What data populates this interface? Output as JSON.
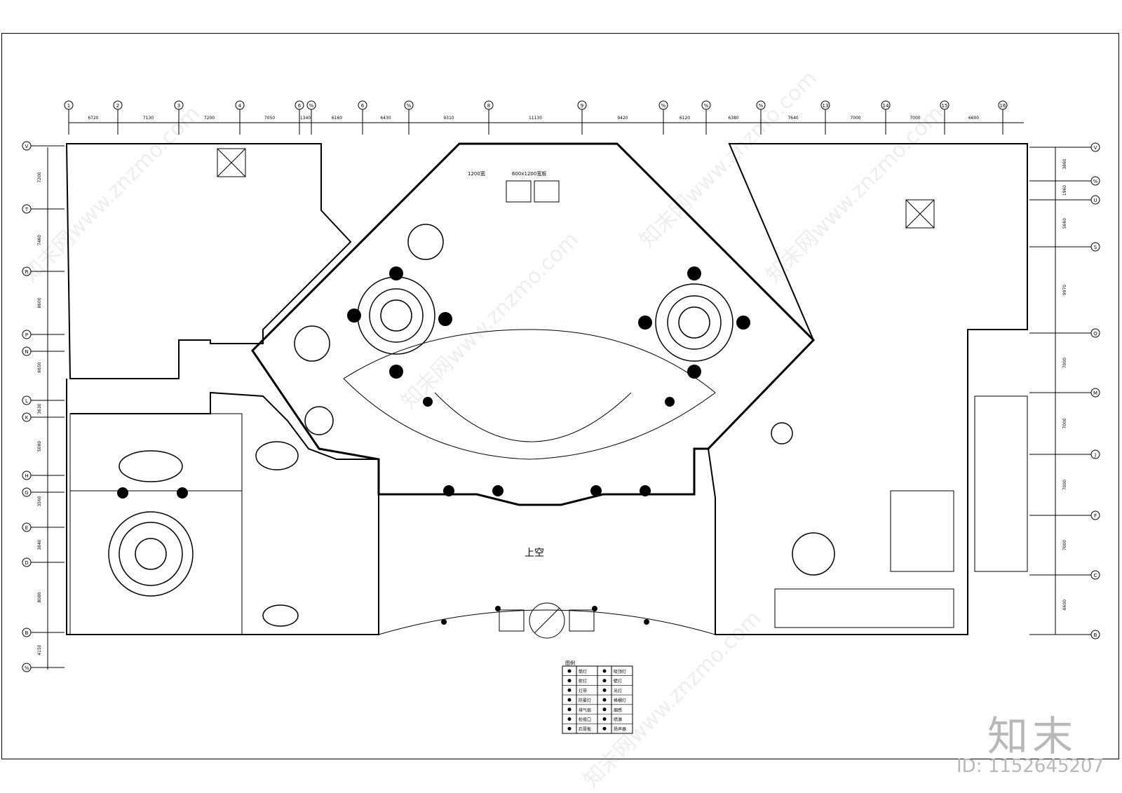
{
  "grid": {
    "top_axes": [
      "1",
      "2",
      "3",
      "4",
      "6",
      "%",
      "6",
      "%",
      "8",
      "9",
      "%",
      "%",
      "%",
      "13",
      "14",
      "15",
      "16"
    ],
    "top_dims": [
      "6720",
      "7130",
      "7200",
      "7050",
      "1340",
      "6160",
      "6430",
      "9310",
      "11130",
      "9420",
      "6120",
      "6380",
      "7640",
      "7000",
      "7000",
      "6600"
    ],
    "left_axes": [
      "V",
      "T",
      "R",
      "P",
      "N",
      "L",
      "K",
      "H",
      "G",
      "E",
      "D",
      "B",
      "%"
    ],
    "left_dims": [
      "7200",
      "7460",
      "8600",
      "6650",
      "3630",
      "5080",
      "3560",
      "3840",
      "8080",
      "4150"
    ],
    "right_axes": [
      "V",
      "%",
      "U",
      "S",
      "Q",
      "M",
      "J",
      "F",
      "C",
      "B"
    ],
    "right_dims": [
      "3860",
      "1960",
      "5660",
      "9970",
      "7000",
      "7000",
      "7000",
      "7000",
      "6600"
    ]
  },
  "labels": {
    "void": "上空",
    "ceiling_note": "1200宽",
    "ceiling_note_2": "600x1200宽板",
    "legend_title": "图例"
  },
  "legend": [
    [
      "筒灯",
      "吸顶灯"
    ],
    [
      "射灯",
      "壁灯"
    ],
    [
      "灯带",
      "吊灯"
    ],
    [
      "防雾灯",
      "格栅灯"
    ],
    [
      "排气扇",
      "烟感"
    ],
    [
      "检修口",
      "喷淋"
    ],
    [
      "石膏板",
      "扬声器"
    ]
  ],
  "watermark": {
    "logo": "知末",
    "id": "ID: 1152645207",
    "site": "知末网www.znzmo.com"
  }
}
